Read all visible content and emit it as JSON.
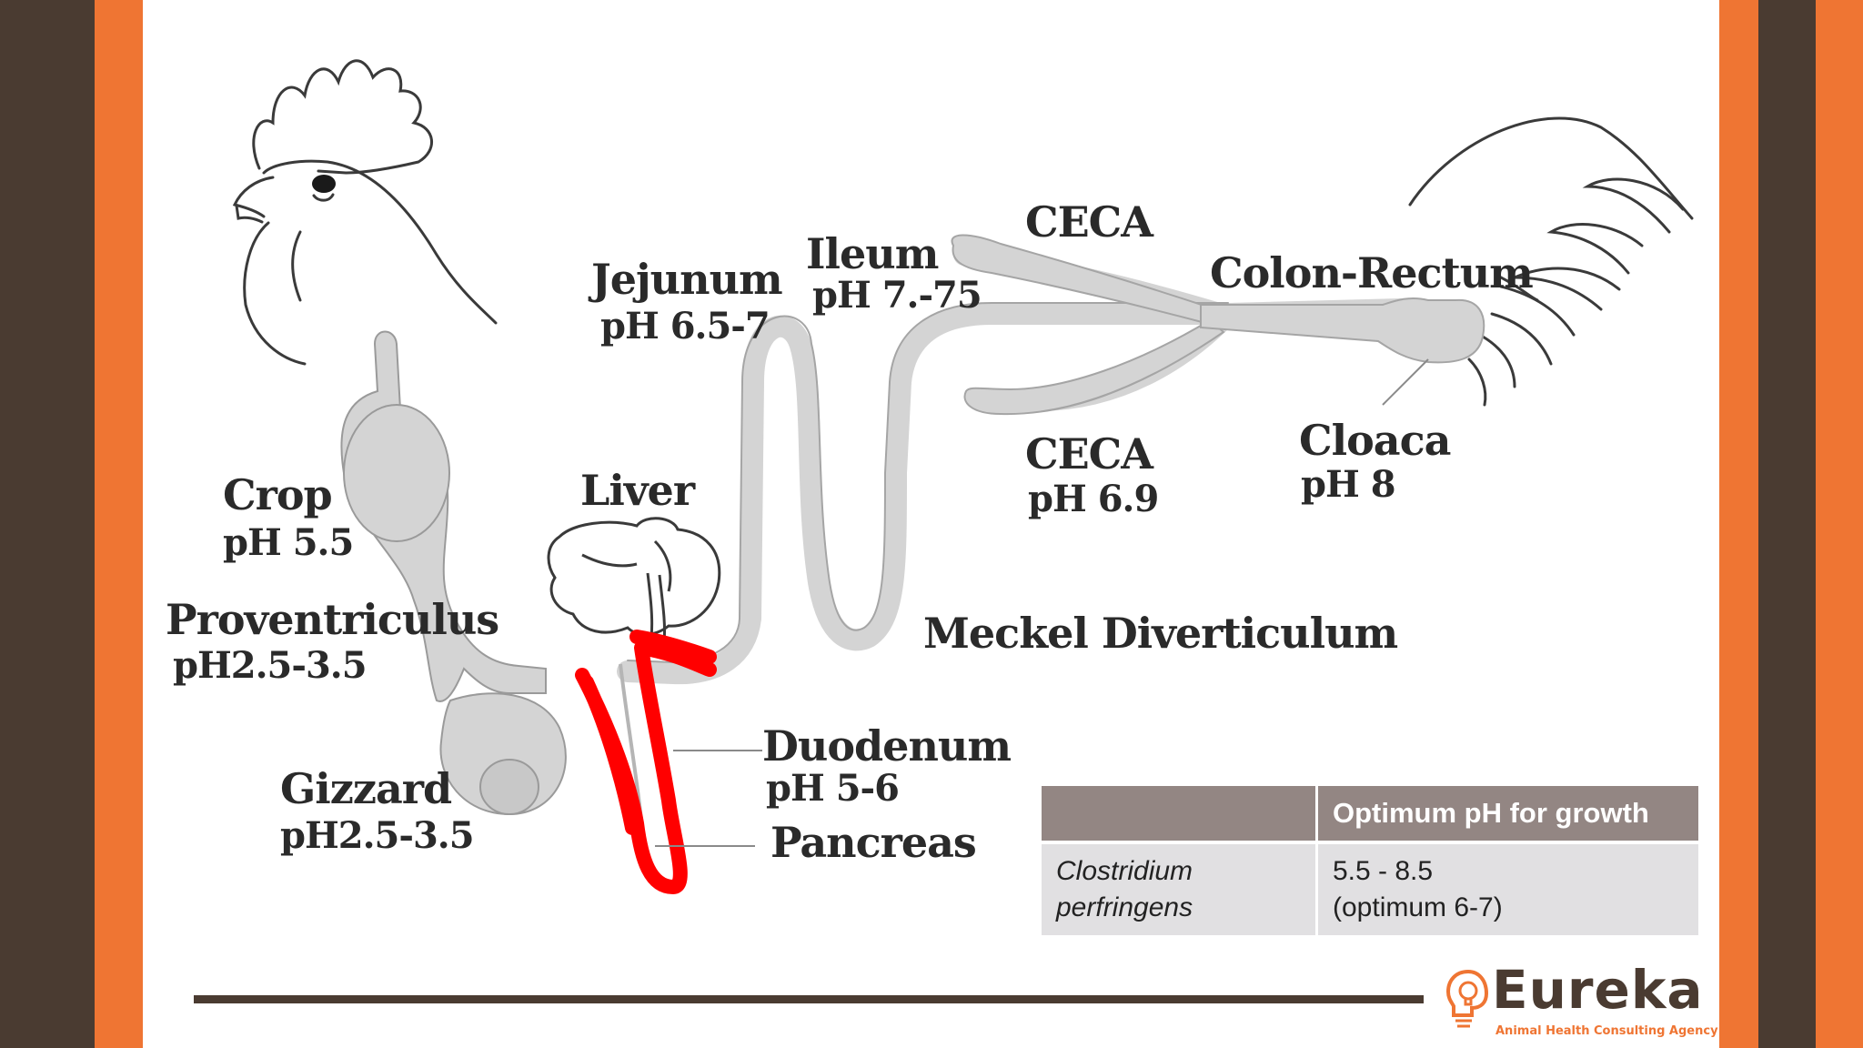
{
  "diagram": {
    "labels": {
      "crop": "Crop",
      "crop_ph": "pH 5.5",
      "proventriculus": "Proventriculus",
      "proventriculus_ph": "pH2.5-3.5",
      "gizzard": "Gizzard",
      "gizzard_ph": "pH2.5-3.5",
      "liver": "Liver",
      "jejunum": "Jejunum",
      "jejunum_ph": "pH 6.5-7",
      "ileum": "Ileum",
      "ileum_ph": "pH 7.-75",
      "ceca_top": "CECA",
      "colon_rectum": "Colon-Rectum",
      "ceca_bottom": "CECA",
      "ceca_ph": "pH 6.9",
      "cloaca": "Cloaca",
      "cloaca_ph": "pH 8",
      "meckel": "Meckel Diverticulum",
      "duodenum": "Duodenum",
      "duodenum_ph": "pH 5-6",
      "pancreas": "Pancreas"
    },
    "colors": {
      "organ": "#d4d4d4",
      "outline": "#3a3a3a",
      "highlight": "#ff0000"
    }
  },
  "table": {
    "header": [
      "",
      "Optimum pH for growth"
    ],
    "rows": [
      {
        "organism_line1": "Clostridium",
        "organism_line2": "perfringens",
        "value_line1": "5.5 - 8.5",
        "value_line2": "(optimum 6-7)"
      }
    ]
  },
  "logo": {
    "word": "Eureka",
    "tagline": "Animal Health Consulting Agency",
    "colors": {
      "word": "#4a3b31",
      "accent": "#ef7533"
    }
  },
  "theme": {
    "brown": "#4a3b31",
    "orange": "#ef7533",
    "table_header": "#938683",
    "table_body": "#e1e0e2"
  }
}
